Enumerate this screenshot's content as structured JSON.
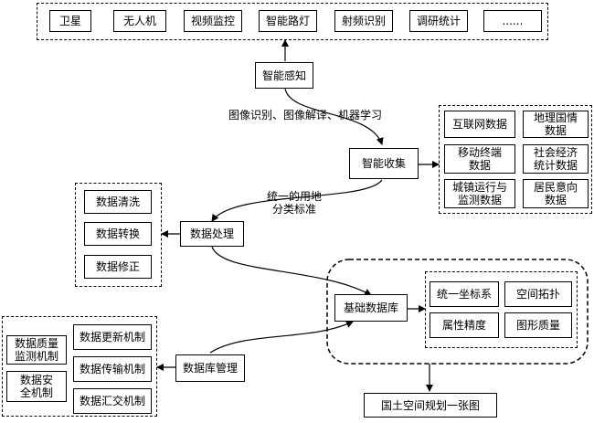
{
  "sensors": [
    "卫星",
    "无人机",
    "视频监控",
    "智能路灯",
    "射频识别",
    "调研统计",
    "......"
  ],
  "smart_sensing": "智能感知",
  "sensing_edge_label": "图像识别、图像解译、机器学习",
  "smart_collection": "智能收集",
  "data_sources": [
    "互联网数据",
    "地理国情\n数据",
    "移动终端\n数据",
    "社会经济\n统计数据",
    "城镇运行与\n监测数据",
    "居民意向\n数据"
  ],
  "classification_label": "统一的用地\n分类标准",
  "data_processing": "数据处理",
  "processing_steps": [
    "数据清洗",
    "数据转换",
    "数据修正"
  ],
  "base_database": "基础数据库",
  "db_attributes": [
    "统一坐标系",
    "空间拓扑",
    "属性精度",
    "图形质量"
  ],
  "db_management": "数据库管理",
  "left_mechanisms": [
    "数据质量\n监测机制",
    "数据安\n全机制"
  ],
  "right_mechanisms": [
    "数据更新机制",
    "数据传输机制",
    "数据汇交机制"
  ],
  "final_output": "国土空间规划一张图"
}
